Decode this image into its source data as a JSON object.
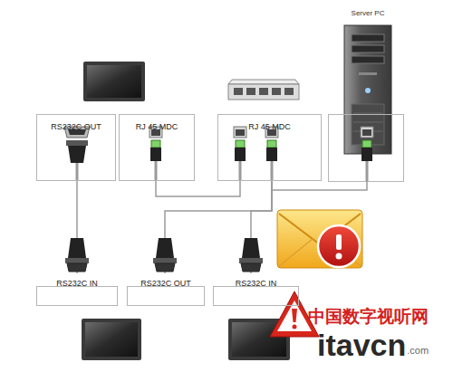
{
  "diagram": {
    "nodes": [
      {
        "text": [
          "RS232C OUT"
        ]
      },
      {
        "text": [
          "RJ 45 MDC"
        ]
      },
      {
        "text": [
          "RJ 45 MDC"
        ]
      },
      {
        "text": [
          "RS232C IN"
        ]
      },
      {
        "text": [
          "RS232C OUT"
        ]
      },
      {
        "text": [
          "RS232C IN"
        ]
      }
    ],
    "edges": [
      {
        "from": 0,
        "to": 3,
        "arrow": "none"
      },
      {
        "from": 1,
        "to": 2,
        "arrow": "none"
      },
      {
        "from": 4,
        "to": 2,
        "arrow": "none"
      },
      {
        "from": 5,
        "to": 2,
        "arrow": "none"
      }
    ],
    "labels": [
      "Server PC",
      "中国数字视听网",
      "itavcn",
      ".com"
    ]
  }
}
